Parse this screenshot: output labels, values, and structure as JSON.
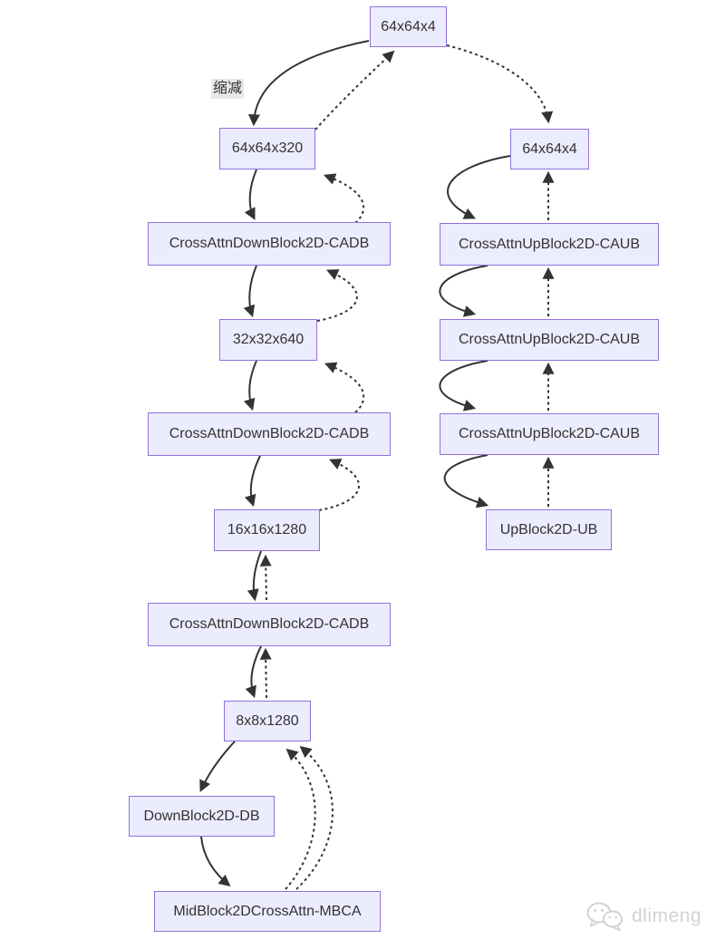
{
  "diagram": {
    "edge_label": "缩减",
    "nodes": {
      "latent_input": {
        "label": "64x64x4"
      },
      "latent_64_320": {
        "label": "64x64x320"
      },
      "cadb1": {
        "label": "CrossAttnDownBlock2D-CADB"
      },
      "latent_32_640": {
        "label": "32x32x640"
      },
      "cadb2": {
        "label": "CrossAttnDownBlock2D-CADB"
      },
      "latent_16_1280": {
        "label": "16x16x1280"
      },
      "cadb3": {
        "label": "CrossAttnDownBlock2D-CADB"
      },
      "latent_8_1280": {
        "label": "8x8x1280"
      },
      "downblock": {
        "label": "DownBlock2D-DB"
      },
      "midblock": {
        "label": "MidBlock2DCrossAttn-MBCA"
      },
      "latent_output": {
        "label": "64x64x4"
      },
      "caub1": {
        "label": "CrossAttnUpBlock2D-CAUB"
      },
      "caub2": {
        "label": "CrossAttnUpBlock2D-CAUB"
      },
      "caub3": {
        "label": "CrossAttnUpBlock2D-CAUB"
      },
      "upblock": {
        "label": "UpBlock2D-UB"
      }
    },
    "colors": {
      "node_fill": "#ECECFF",
      "node_border": "#9370DB",
      "edge": "#333333",
      "text": "#333333",
      "edge_label_bg": "#e8e8e8"
    }
  },
  "watermark": {
    "text": "dlimeng",
    "icon": "wechat-icon",
    "color": "#d2d2d2"
  }
}
